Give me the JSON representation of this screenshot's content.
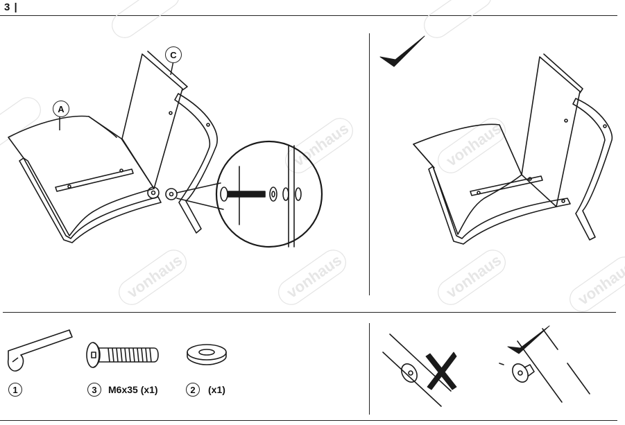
{
  "header": {
    "step_number": "3"
  },
  "callouts": {
    "a": "A",
    "c": "C"
  },
  "parts": [
    {
      "index": "1",
      "text": ""
    },
    {
      "index": "3",
      "text": "M6x35 (x1)"
    },
    {
      "index": "2",
      "text": "(x1)"
    }
  ],
  "watermark": "vonhaus"
}
